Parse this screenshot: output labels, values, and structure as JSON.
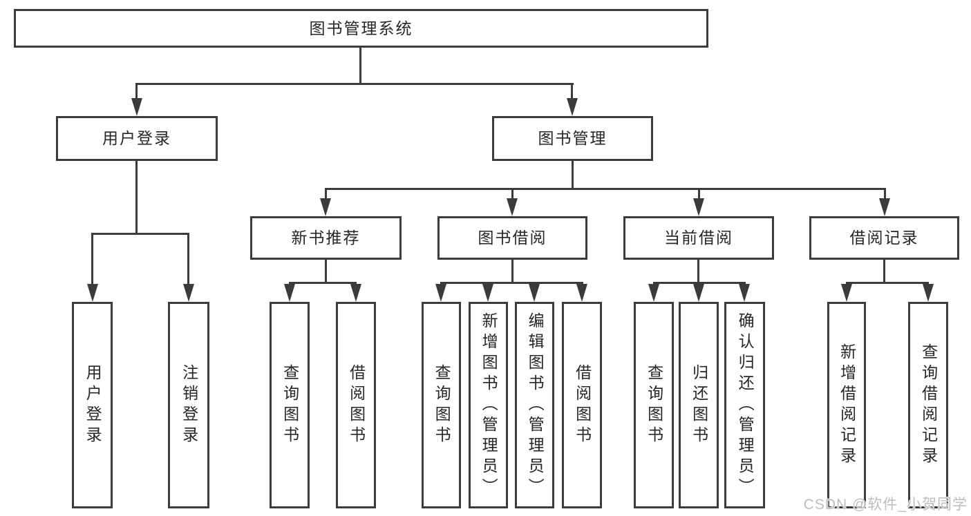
{
  "diagram": {
    "title": "图书管理系统",
    "nodes": {
      "user_login": {
        "label": "用户登录",
        "children": [
          "用户登录",
          "注销登录"
        ]
      },
      "book_management": {
        "label": "图书管理",
        "children": [
          {
            "label": "新书推荐",
            "children": [
              "查询图书",
              "借阅图书"
            ]
          },
          {
            "label": "图书借阅",
            "children": [
              "查询图书",
              "新增图书（管理员）",
              "编辑图书（管理员）",
              "借阅图书"
            ]
          },
          {
            "label": "当前借阅",
            "children": [
              "查询图书",
              "归还图书",
              "确认归还（管理员）"
            ]
          },
          {
            "label": "借阅记录",
            "children": [
              "新增借阅记录",
              "查询借阅记录"
            ]
          }
        ]
      }
    }
  },
  "watermark": {
    "text": "CSDN @软件_小贺同学"
  },
  "colors": {
    "line": "#3b3b3b",
    "text": "#262626",
    "watermark": "#bdbdbd",
    "background": "#ffffff"
  }
}
